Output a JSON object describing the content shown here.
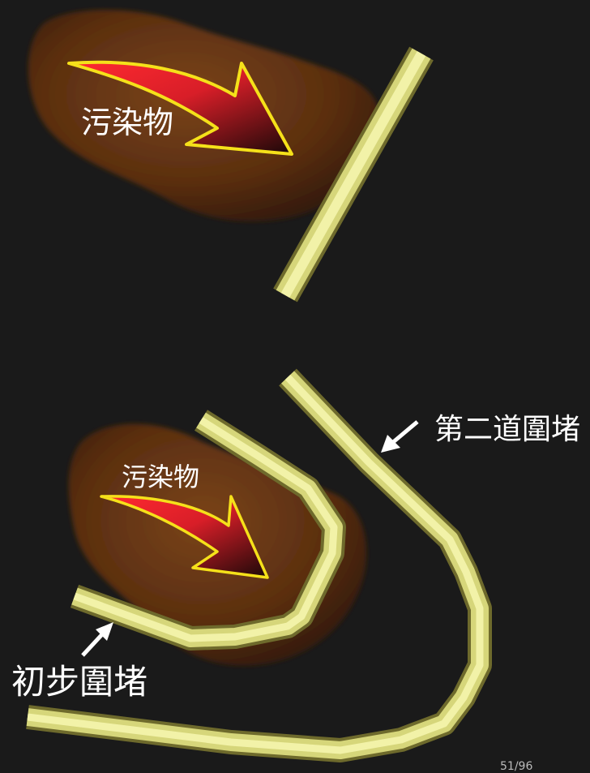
{
  "labels": {
    "pollutant_top": "污染物",
    "pollutant_bottom": "污染物",
    "second_containment": "第二道圍堵",
    "initial_containment": "初步圍堵",
    "page_number": "51/96"
  },
  "colors": {
    "background": "#1a1a1a",
    "slick": "#6b3a14",
    "boom": "#e8e890",
    "arrow_fill": "#e8202a",
    "arrow_outline": "#f5e11a",
    "label_text": "#ffffff"
  }
}
